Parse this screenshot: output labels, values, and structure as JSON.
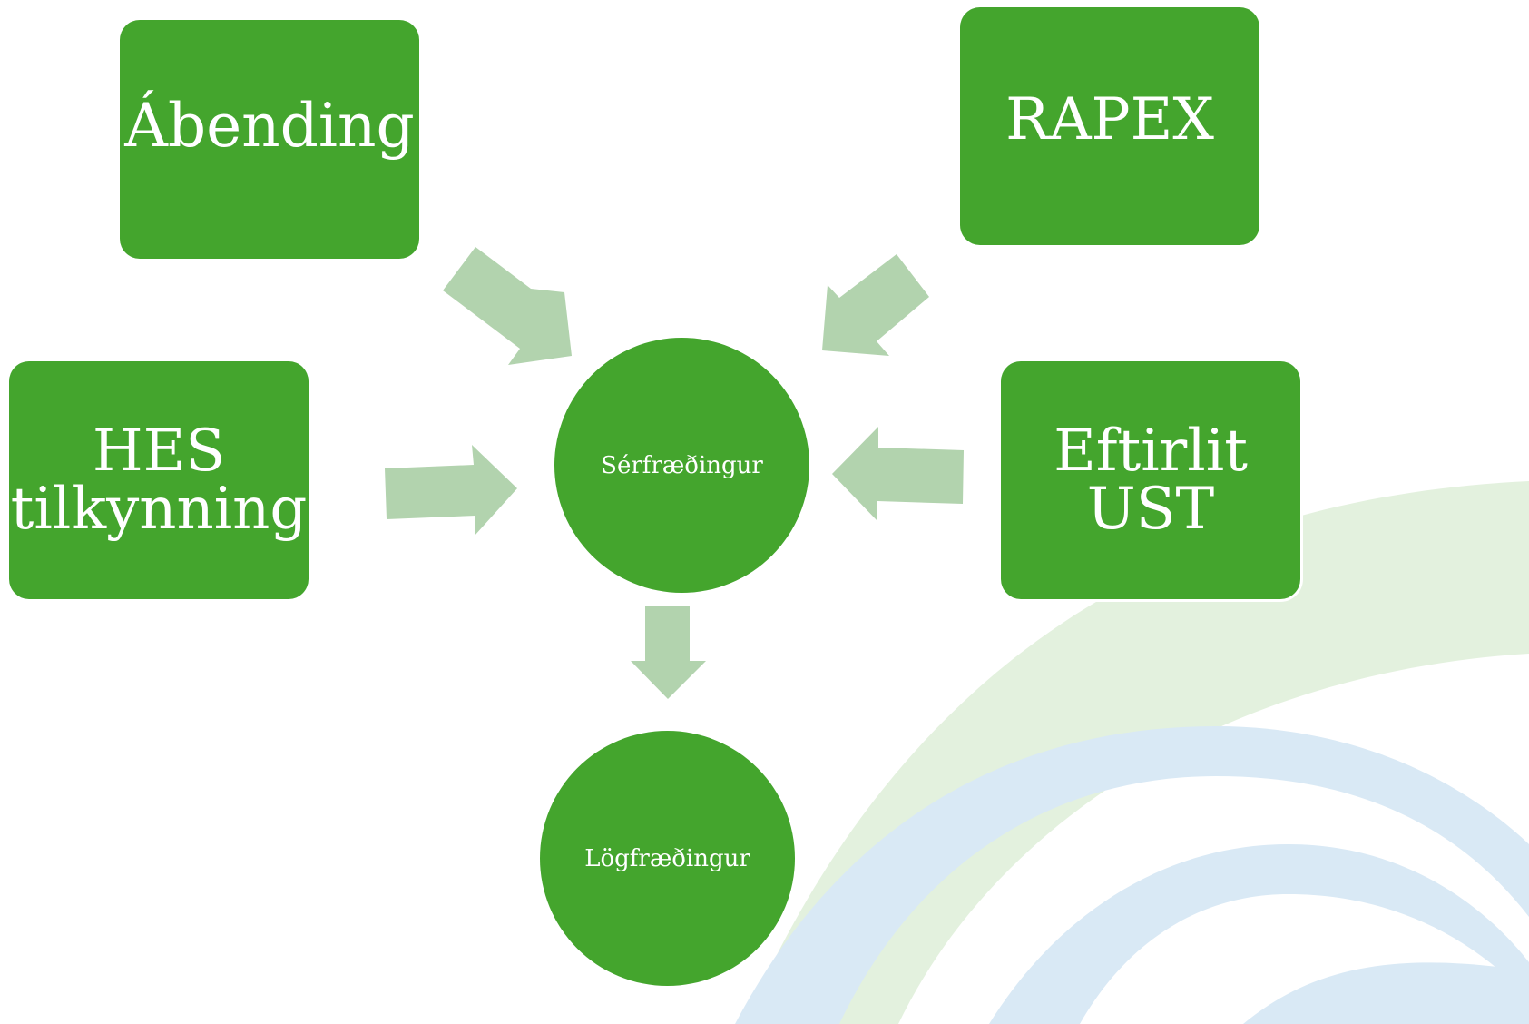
{
  "diagram": {
    "sources": [
      {
        "id": "abending",
        "label": "Ábending"
      },
      {
        "id": "rapex",
        "label": "RAPEX"
      },
      {
        "id": "hes",
        "lines": [
          "HES",
          "tilkynning"
        ]
      },
      {
        "id": "eftirlit",
        "lines": [
          "Eftirlit",
          "UST"
        ]
      }
    ],
    "center": {
      "label": "Sérfræðingur"
    },
    "outcome": {
      "label": "Lögfræðingur"
    }
  },
  "colors": {
    "node_fill": "#44a52d",
    "arrow_fill": "#b2d3ae",
    "bg_green": "#e3f1de",
    "bg_blue": "#d9e9f5",
    "text": "#ffffff"
  }
}
